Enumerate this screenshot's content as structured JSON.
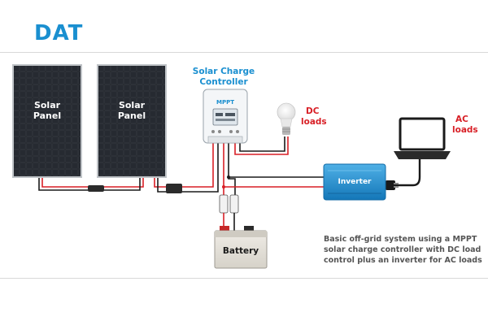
{
  "logo": {
    "text": "DAT"
  },
  "components": {
    "panel1_line1": "Solar",
    "panel1_line2": "Panel",
    "panel2_line1": "Solar",
    "panel2_line2": "Panel",
    "controller_line1": "Solar Charge",
    "controller_line2": "Controller",
    "controller_device": "MPPT",
    "dc_loads_line1": "DC",
    "dc_loads_line2": "loads",
    "ac_loads_line1": "AC",
    "ac_loads_line2": "loads",
    "inverter": "Inverter",
    "battery": "Battery"
  },
  "caption": {
    "line1": "Basic off-grid system using a MPPT",
    "line2": "solar charge controller with DC load",
    "line3": "control plus an inverter for AC loads"
  },
  "colors": {
    "brand": "#1a8fd0",
    "label_blue": "#1a8fd0",
    "label_red": "#d81f26",
    "wire_red": "#d81f26",
    "wire_black": "#1a1a1a",
    "panel": "#1e2126",
    "inverter": "#1f8fd0",
    "battery_body": "#e6e3dc"
  }
}
